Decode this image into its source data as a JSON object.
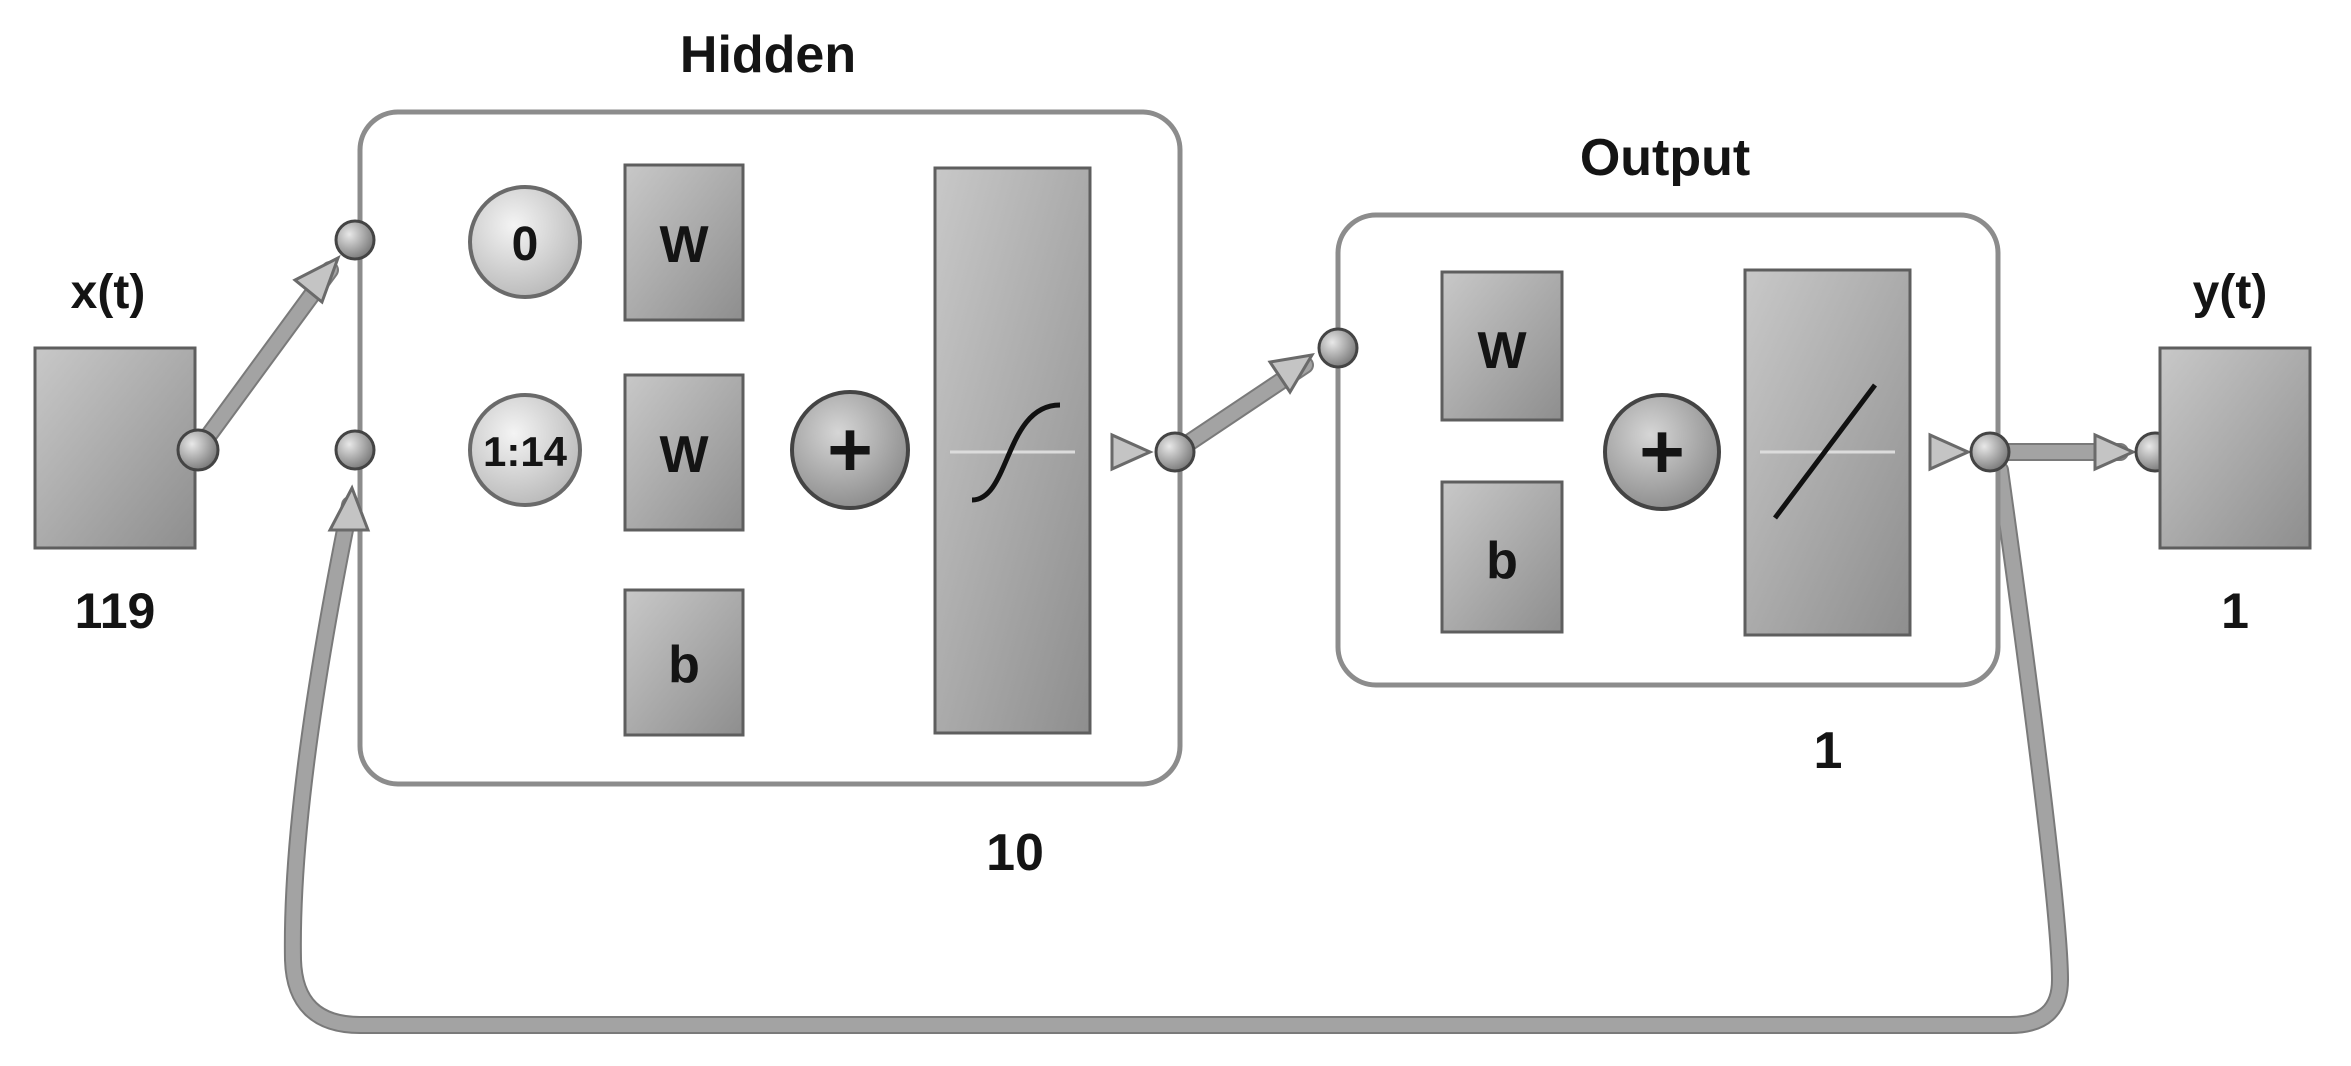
{
  "input": {
    "label": "x(t)",
    "size": "119"
  },
  "output": {
    "label": "y(t)",
    "size": "1"
  },
  "hidden_layer": {
    "title": "Hidden",
    "size": "10",
    "delay_top": "0",
    "delay_bottom": "1:14",
    "weight_top": "W",
    "weight_bottom": "W",
    "bias": "b",
    "sum_symbol": "+",
    "transfer": "tansig"
  },
  "output_layer": {
    "title": "Output",
    "size": "1",
    "weight": "W",
    "bias": "b",
    "sum_symbol": "+",
    "transfer": "purelin"
  },
  "colors": {
    "block": "#a6a6a6",
    "pipe": "#a3a3a3",
    "layer_border": "#8c8c8c"
  }
}
